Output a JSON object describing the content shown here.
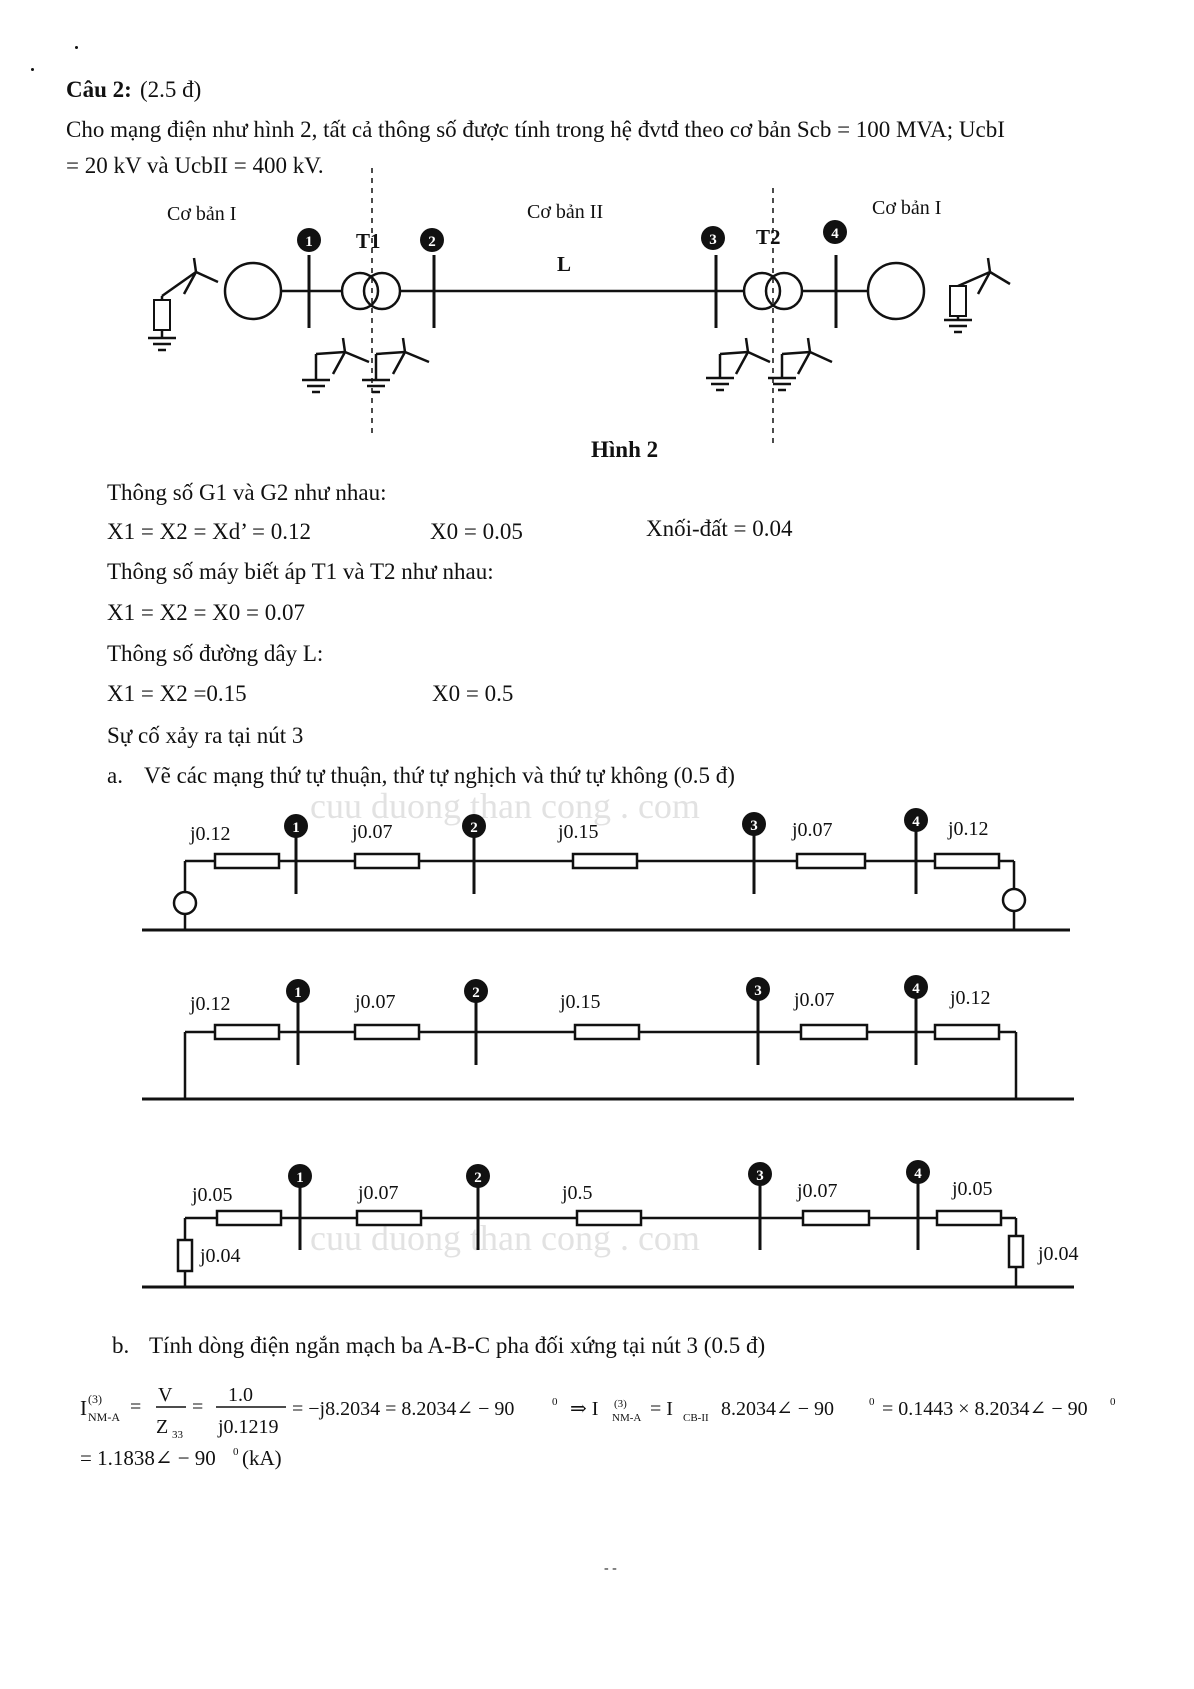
{
  "question": {
    "title": "Câu 2:",
    "points": "(2.5 đ)",
    "intro_line1": "Cho mạng điện như hình 2, tất cả thông số được tính trong hệ đvtđ theo cơ bản Scb = 100 MVA; UcbI",
    "intro_line2": "= 20 kV và UcbII = 400 kV."
  },
  "figure": {
    "base_left": "Cơ bản I",
    "base_mid": "Cơ bản II",
    "base_right": "Cơ bản I",
    "t1": "T1",
    "t2": "T2",
    "line": "L",
    "node1": "1",
    "node2": "2",
    "node3": "3",
    "node4": "4",
    "caption": "Hình 2"
  },
  "params": {
    "g_title": "Thông số G1 và G2 như nhau:",
    "g_x1": "X1 = X2 = Xd’ = 0.12",
    "g_x0": "X0 = 0.05",
    "g_xn": "Xnối-đất = 0.04",
    "t_title": "Thông số máy biết áp T1 và T2 như nhau:",
    "t_x": "X1 = X2 = X0 = 0.07",
    "l_title": "Thông số đường dây L:",
    "l_x1": "X1 = X2 =0.15",
    "l_x0": "X0 = 0.5",
    "fault": "Sự cố xảy ra tại nút 3"
  },
  "part_a": {
    "label": "a.",
    "text": "Vẽ các mạng thứ tự thuận, thứ tự nghịch và thứ tự không (0.5 đ)",
    "positive": [
      "j0.12",
      "j0.07",
      "j0.15",
      "j0.07",
      "j0.12"
    ],
    "negative": [
      "j0.12",
      "j0.07",
      "j0.15",
      "j0.07",
      "j0.12"
    ],
    "zero": [
      "j0.05",
      "j0.07",
      "j0.5",
      "j0.07",
      "j0.05"
    ],
    "zero_ground_left": "j0.04",
    "zero_ground_right": "j0.04"
  },
  "watermark": "cuu duong than cong . com",
  "part_b": {
    "label": "b.",
    "text": "Tính dòng điện ngắn mạch ba A-B-C pha đối xứng tại nút 3 (0.5 đ)",
    "eq_lhs": "I",
    "eq_lhs_sup": "(3)",
    "eq_lhs_sub": "NM-A",
    "eq_num1": "V",
    "eq_den1": "Z",
    "eq_den1_sub": "33",
    "eq_num2": "1.0",
    "eq_den2": "j0.1219",
    "eq_rest1": "= −j8.2034 = 8.2034∠ − 90",
    "eq_arrow": "⇒ I",
    "eq_rest2": "= I",
    "eq_cb_sub": "CB-II",
    "eq_rest3": "8.2034∠ − 90",
    "eq_rest4": "= 0.1443 × 8.2034∠ − 90",
    "eq_deg": "0",
    "eq_line2": "= 1.1838∠ − 90",
    "eq_line2_unit": "(kA)"
  },
  "footer": "- -"
}
